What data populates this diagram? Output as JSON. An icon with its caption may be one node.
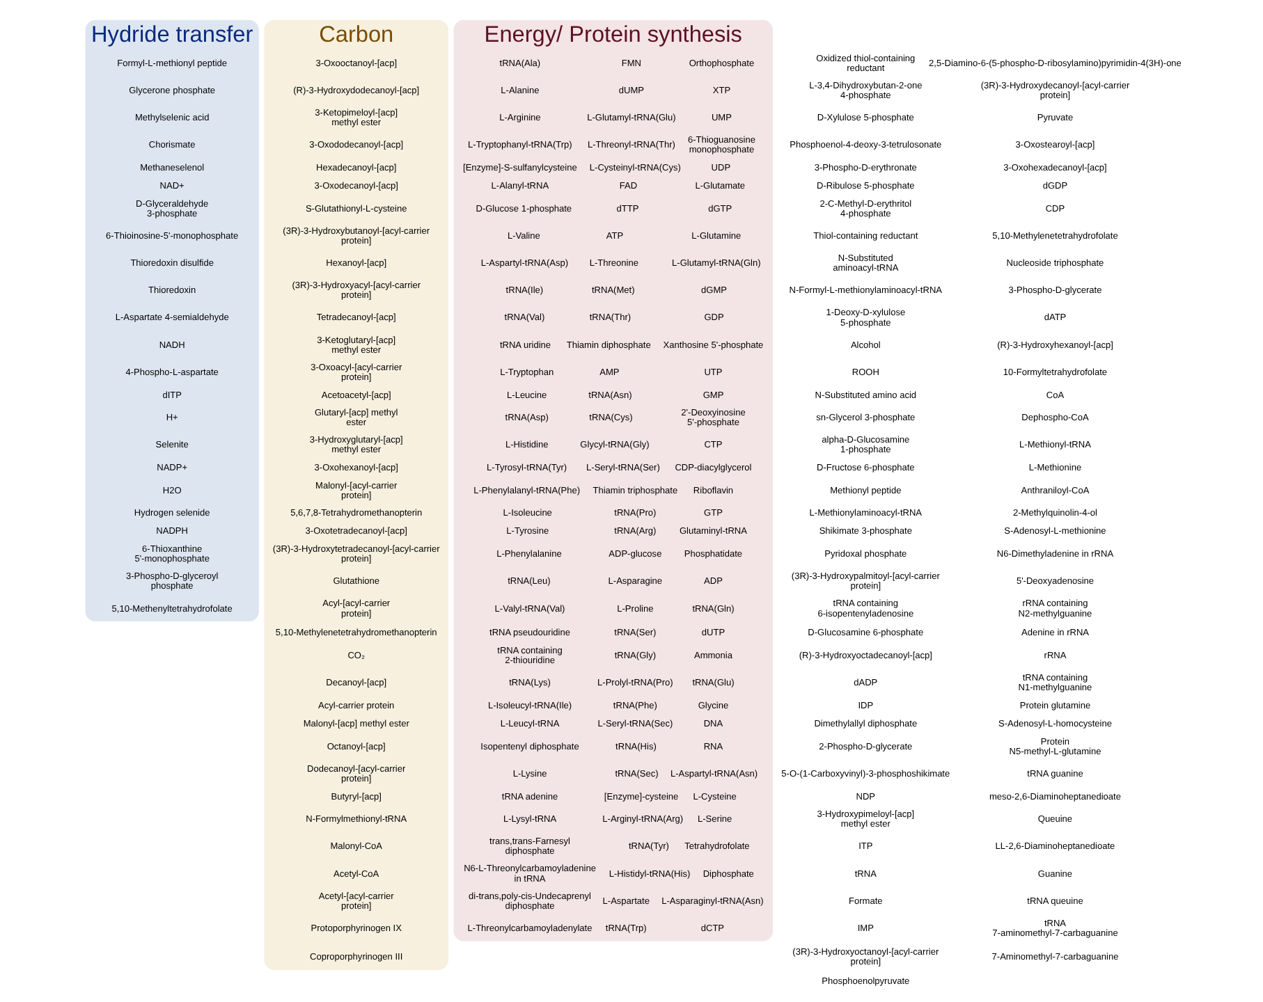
{
  "diagram": {
    "nodes": [
      {
        "text": [
          "Hydride transfer"
        ]
      },
      {
        "text": [
          "Formyl-L-methionyl peptide"
        ],
        "in": 0
      },
      {
        "text": [
          "Glycerone phosphate"
        ],
        "in": 0
      },
      {
        "text": [
          "Methylselenic acid"
        ],
        "in": 0
      },
      {
        "text": [
          "Chorismate"
        ],
        "in": 0
      },
      {
        "text": [
          "Methaneselenol"
        ],
        "in": 0
      },
      {
        "text": [
          "NAD+"
        ],
        "in": 0
      },
      {
        "text": [
          "D-Glyceraldehyde 3-phosphate"
        ],
        "in": 0
      },
      {
        "text": [
          "6-Thioinosine-5'-monophosphate"
        ],
        "in": 0
      },
      {
        "text": [
          "Thioredoxin disulfide"
        ],
        "in": 0
      },
      {
        "text": [
          "Thioredoxin"
        ],
        "in": 0
      },
      {
        "text": [
          "L-Aspartate 4-semialdehyde"
        ],
        "in": 0
      },
      {
        "text": [
          "NADH"
        ],
        "in": 0
      },
      {
        "text": [
          "4-Phospho-L-aspartate"
        ],
        "in": 0
      },
      {
        "text": [
          "dITP"
        ],
        "in": 0
      },
      {
        "text": [
          "H+"
        ],
        "in": 0
      },
      {
        "text": [
          "Selenite"
        ],
        "in": 0
      },
      {
        "text": [
          "NADP+"
        ],
        "in": 0
      },
      {
        "text": [
          "H2O"
        ],
        "in": 0
      },
      {
        "text": [
          "Hydrogen selenide"
        ],
        "in": 0
      },
      {
        "text": [
          "NADPH"
        ],
        "in": 0
      },
      {
        "text": [
          "6-Thioxanthine 5'-monophosphate"
        ],
        "in": 0
      },
      {
        "text": [
          "3-Phospho-D-glyceroyl phosphate"
        ],
        "in": 0
      },
      {
        "text": [
          "5,10-Methenyltetrahydrofolate"
        ],
        "in": 0
      },
      {
        "text": [
          "Carbon"
        ]
      },
      {
        "text": [
          "3-Oxooctanoyl-[acp]"
        ],
        "in": 24
      },
      {
        "text": [
          "(R)-3-Hydroxydodecanoyl-[acp]"
        ],
        "in": 24
      },
      {
        "text": [
          "3-Ketopimeloyl-[acp] methyl ester"
        ],
        "in": 24
      },
      {
        "text": [
          "3-Oxododecanoyl-[acp]"
        ],
        "in": 24
      },
      {
        "text": [
          "Hexadecanoyl-[acp]"
        ],
        "in": 24
      },
      {
        "text": [
          "3-Oxodecanoyl-[acp]"
        ],
        "in": 24
      },
      {
        "text": [
          "S-Glutathionyl-L-cysteine"
        ],
        "in": 24
      },
      {
        "text": [
          "(3R)-3-Hydroxybutanoyl-[acyl-carrier protein]"
        ],
        "in": 24
      },
      {
        "text": [
          "Hexanoyl-[acp]"
        ],
        "in": 24
      },
      {
        "text": [
          "(3R)-3-Hydroxyacyl-[acyl-carrier protein]"
        ],
        "in": 24
      },
      {
        "text": [
          "Tetradecanoyl-[acp]"
        ],
        "in": 24
      },
      {
        "text": [
          "3-Ketoglutaryl-[acp] methyl ester"
        ],
        "in": 24
      },
      {
        "text": [
          "3-Oxoacyl-[acyl-carrier protein]"
        ],
        "in": 24
      },
      {
        "text": [
          "Acetoacetyl-[acp]"
        ],
        "in": 24
      },
      {
        "text": [
          "Glutaryl-[acp] methyl ester"
        ],
        "in": 24
      },
      {
        "text": [
          "3-Hydroxyglutaryl-[acp] methyl ester"
        ],
        "in": 24
      },
      {
        "text": [
          "3-Oxohexanoyl-[acp]"
        ],
        "in": 24
      },
      {
        "text": [
          "Malonyl-[acyl-carrier protein]"
        ],
        "in": 24
      },
      {
        "text": [
          "5,6,7,8-Tetrahydromethanopterin"
        ],
        "in": 24
      },
      {
        "text": [
          "3-Oxotetradecanoyl-[acp]"
        ],
        "in": 24
      },
      {
        "text": [
          "(3R)-3-Hydroxytetradecanoyl-[acyl-carrier protein]"
        ],
        "in": 24
      },
      {
        "text": [
          "Glutathione"
        ],
        "in": 24
      },
      {
        "text": [
          "Acyl-[acyl-carrier protein]"
        ],
        "in": 24
      },
      {
        "text": [
          "5,10-Methylenetetrahydromethanopterin"
        ],
        "in": 24
      },
      {
        "text": [
          "CO₂"
        ],
        "in": 24
      },
      {
        "text": [
          "Decanoyl-[acp]"
        ],
        "in": 24
      },
      {
        "text": [
          "Acyl-carrier protein"
        ],
        "in": 24
      },
      {
        "text": [
          "Malonyl-[acp] methyl ester"
        ],
        "in": 24
      },
      {
        "text": [
          "Octanoyl-[acp]"
        ],
        "in": 24
      },
      {
        "text": [
          "Dodecanoyl-[acyl-carrier protein]"
        ],
        "in": 24
      },
      {
        "text": [
          "Butyryl-[acp]"
        ],
        "in": 24
      },
      {
        "text": [
          "N-Formylmethionyl-tRNA"
        ],
        "in": 24
      },
      {
        "text": [
          "Malonyl-CoA"
        ],
        "in": 24
      },
      {
        "text": [
          "Acetyl-CoA"
        ],
        "in": 24
      },
      {
        "text": [
          "Acetyl-[acyl-carrier protein]"
        ],
        "in": 24
      },
      {
        "text": [
          "Protoporphyrinogen IX"
        ],
        "in": 24
      },
      {
        "text": [
          "Coproporphyrinogen III"
        ],
        "in": 24
      },
      {
        "text": [
          "Energy/ Protein synthesis"
        ]
      },
      {
        "text": [
          "Orthophosphate"
        ],
        "in": 62
      },
      {
        "text": [
          "XTP"
        ],
        "in": 62
      },
      {
        "text": [
          "UMP"
        ],
        "in": 62
      },
      {
        "text": [
          "6-Thioguanosine monophosphate"
        ],
        "in": 62
      },
      {
        "text": [
          "UDP"
        ],
        "in": 62
      },
      {
        "text": [
          "L-Glutamate"
        ],
        "in": 62
      },
      {
        "text": [
          "dGTP"
        ],
        "in": 62
      },
      {
        "text": [
          "L-Glutamine"
        ],
        "in": 62
      },
      {
        "text": [
          "L-Glutamyl-tRNA(Gln)"
        ],
        "in": 62
      },
      {
        "text": [
          "dGMP"
        ],
        "in": 62
      },
      {
        "text": [
          "GDP"
        ],
        "in": 62
      },
      {
        "text": [
          "Xanthosine 5'-phosphate"
        ],
        "in": 62
      },
      {
        "text": [
          "UTP"
        ],
        "in": 62
      },
      {
        "text": [
          "GMP"
        ],
        "in": 62
      },
      {
        "text": [
          "2'-Deoxyinosine 5'-phosphate"
        ],
        "in": 62
      },
      {
        "text": [
          "CTP"
        ],
        "in": 62
      },
      {
        "text": [
          "CDP-diacylglycerol"
        ],
        "in": 62
      },
      {
        "text": [
          "Riboflavin"
        ],
        "in": 62
      },
      {
        "text": [
          "GTP"
        ],
        "in": 62
      },
      {
        "text": [
          "Glutaminyl-tRNA"
        ],
        "in": 62
      },
      {
        "text": [
          "Phosphatidate"
        ],
        "in": 62
      },
      {
        "text": [
          "ADP"
        ],
        "in": 62
      },
      {
        "text": [
          "tRNA(Gln)"
        ],
        "in": 62
      },
      {
        "text": [
          "dUTP"
        ],
        "in": 62
      },
      {
        "text": [
          "Ammonia"
        ],
        "in": 62
      },
      {
        "text": [
          "tRNA(Glu)"
        ],
        "in": 62
      },
      {
        "text": [
          "Glycine"
        ],
        "in": 62
      },
      {
        "text": [
          "DNA"
        ],
        "in": 62
      },
      {
        "text": [
          "RNA"
        ],
        "in": 62
      },
      {
        "text": [
          "L-Aspartyl-tRNA(Asn)"
        ],
        "in": 62
      },
      {
        "text": [
          "L-Cysteine"
        ],
        "in": 62
      },
      {
        "text": [
          "L-Serine"
        ],
        "in": 62
      },
      {
        "text": [
          "Tetrahydrofolate"
        ],
        "in": 62
      },
      {
        "text": [
          "Diphosphate"
        ],
        "in": 62
      },
      {
        "text": [
          "L-Asparaginyl-tRNA(Asn)"
        ],
        "in": 62
      },
      {
        "text": [
          "dCTP"
        ],
        "in": 62
      },
      {
        "text": [
          "FMN"
        ],
        "in": 62
      },
      {
        "text": [
          "dUMP"
        ],
        "in": 62
      },
      {
        "text": [
          "L-Glutamyl-tRNA(Glu)"
        ],
        "in": 62
      },
      {
        "text": [
          "L-Threonyl-tRNA(Thr)"
        ],
        "in": 62
      },
      {
        "text": [
          "L-Cysteinyl-tRNA(Cys)"
        ],
        "in": 62
      },
      {
        "text": [
          "FAD"
        ],
        "in": 62
      },
      {
        "text": [
          "dTTP"
        ],
        "in": 62
      },
      {
        "text": [
          "ATP"
        ],
        "in": 62
      },
      {
        "text": [
          "L-Threonine"
        ],
        "in": 62
      },
      {
        "text": [
          "tRNA(Met)"
        ],
        "in": 62
      },
      {
        "text": [
          "tRNA(Thr)"
        ],
        "in": 62
      },
      {
        "text": [
          "Thiamin diphosphate"
        ],
        "in": 62
      },
      {
        "text": [
          "AMP"
        ],
        "in": 62
      },
      {
        "text": [
          "tRNA(Asn)"
        ],
        "in": 62
      },
      {
        "text": [
          "tRNA(Cys)"
        ],
        "in": 62
      },
      {
        "text": [
          "Glycyl-tRNA(Gly)"
        ],
        "in": 62
      },
      {
        "text": [
          "L-Seryl-tRNA(Ser)"
        ],
        "in": 62
      },
      {
        "text": [
          "Thiamin triphosphate"
        ],
        "in": 62
      },
      {
        "text": [
          "tRNA(Pro)"
        ],
        "in": 62
      },
      {
        "text": [
          "tRNA(Arg)"
        ],
        "in": 62
      },
      {
        "text": [
          "ADP-glucose"
        ],
        "in": 62
      },
      {
        "text": [
          "L-Asparagine"
        ],
        "in": 62
      },
      {
        "text": [
          "L-Proline"
        ],
        "in": 62
      },
      {
        "text": [
          "tRNA(Ser)"
        ],
        "in": 62
      },
      {
        "text": [
          "tRNA(Gly)"
        ],
        "in": 62
      },
      {
        "text": [
          "L-Prolyl-tRNA(Pro)"
        ],
        "in": 62
      },
      {
        "text": [
          "tRNA(Phe)"
        ],
        "in": 62
      },
      {
        "text": [
          "L-Seryl-tRNA(Sec)"
        ],
        "in": 62
      },
      {
        "text": [
          "tRNA(His)"
        ],
        "in": 62
      },
      {
        "text": [
          "tRNA(Sec)"
        ],
        "in": 62
      },
      {
        "text": [
          "[Enzyme]-cysteine"
        ],
        "in": 62
      },
      {
        "text": [
          "L-Arginyl-tRNA(Arg)"
        ],
        "in": 62
      },
      {
        "text": [
          "tRNA(Tyr)"
        ],
        "in": 62
      },
      {
        "text": [
          "L-Histidyl-tRNA(His)"
        ],
        "in": 62
      },
      {
        "text": [
          "L-Aspartate"
        ],
        "in": 62
      },
      {
        "text": [
          "tRNA(Trp)"
        ],
        "in": 62
      },
      {
        "text": [
          "tRNA(Ala)"
        ],
        "in": 62
      },
      {
        "text": [
          "L-Alanine"
        ],
        "in": 62
      },
      {
        "text": [
          "L-Arginine"
        ],
        "in": 62
      },
      {
        "text": [
          "L-Tryptophanyl-tRNA(Trp)"
        ],
        "in": 62
      },
      {
        "text": [
          "[Enzyme]-S-sulfanylcysteine"
        ],
        "in": 62
      },
      {
        "text": [
          "L-Alanyl-tRNA"
        ],
        "in": 62
      },
      {
        "text": [
          "D-Glucose 1-phosphate"
        ],
        "in": 62
      },
      {
        "text": [
          "L-Valine"
        ],
        "in": 62
      },
      {
        "text": [
          "L-Aspartyl-tRNA(Asp)"
        ],
        "in": 62
      },
      {
        "text": [
          "tRNA(Ile)"
        ],
        "in": 62
      },
      {
        "text": [
          "tRNA(Val)"
        ],
        "in": 62
      },
      {
        "text": [
          "tRNA uridine"
        ],
        "in": 62
      },
      {
        "text": [
          "L-Tryptophan"
        ],
        "in": 62
      },
      {
        "text": [
          "L-Leucine"
        ],
        "in": 62
      },
      {
        "text": [
          "tRNA(Asp)"
        ],
        "in": 62
      },
      {
        "text": [
          "L-Histidine"
        ],
        "in": 62
      },
      {
        "text": [
          "L-Tyrosyl-tRNA(Tyr)"
        ],
        "in": 62
      },
      {
        "text": [
          "L-Phenylalanyl-tRNA(Phe)"
        ],
        "in": 62
      },
      {
        "text": [
          "L-Isoleucine"
        ],
        "in": 62
      },
      {
        "text": [
          "L-Tyrosine"
        ],
        "in": 62
      },
      {
        "text": [
          "L-Phenylalanine"
        ],
        "in": 62
      },
      {
        "text": [
          "tRNA(Leu)"
        ],
        "in": 62
      },
      {
        "text": [
          "L-Valyl-tRNA(Val)"
        ],
        "in": 62
      },
      {
        "text": [
          "tRNA pseudouridine"
        ],
        "in": 62
      },
      {
        "text": [
          "tRNA containing 2-thiouridine"
        ],
        "in": 62
      },
      {
        "text": [
          "tRNA(Lys)"
        ],
        "in": 62
      },
      {
        "text": [
          "L-Isoleucyl-tRNA(Ile)"
        ],
        "in": 62
      },
      {
        "text": [
          "L-Leucyl-tRNA"
        ],
        "in": 62
      },
      {
        "text": [
          "Isopentenyl diphosphate"
        ],
        "in": 62
      },
      {
        "text": [
          "L-Lysine"
        ],
        "in": 62
      },
      {
        "text": [
          "tRNA adenine"
        ],
        "in": 62
      },
      {
        "text": [
          "L-Lysyl-tRNA"
        ],
        "in": 62
      },
      {
        "text": [
          "trans,trans-Farnesyl diphosphate"
        ],
        "in": 62
      },
      {
        "text": [
          "N6-L-Threonylcarbamoyladenine in tRNA"
        ],
        "in": 62
      },
      {
        "text": [
          "di-trans,poly-cis-Undecaprenyl diphosphate"
        ],
        "in": 62
      },
      {
        "text": [
          "L-Threonylcarbamoyladenylate"
        ],
        "in": 62
      },
      {
        "text": [
          "Oxidized thiol-containing reductant"
        ]
      },
      {
        "text": [
          "L-3,4-Dihydroxybutan-2-one 4-phosphate"
        ]
      },
      {
        "text": [
          "D-Xylulose 5-phosphate"
        ]
      },
      {
        "text": [
          "Phosphoenol-4-deoxy-3-tetrulosonate"
        ]
      },
      {
        "text": [
          "3-Phospho-D-erythronate"
        ]
      },
      {
        "text": [
          "D-Ribulose 5-phosphate"
        ]
      },
      {
        "text": [
          "2-C-Methyl-D-erythritol 4-phosphate"
        ]
      },
      {
        "text": [
          "Thiol-containing reductant"
        ]
      },
      {
        "text": [
          "N-Substituted aminoacyl-tRNA"
        ]
      },
      {
        "text": [
          "N-Formyl-L-methionylaminoacyl-tRNA"
        ]
      },
      {
        "text": [
          "1-Deoxy-D-xylulose 5-phosphate"
        ]
      },
      {
        "text": [
          "Alcohol"
        ]
      },
      {
        "text": [
          "ROOH"
        ]
      },
      {
        "text": [
          "N-Substituted amino acid"
        ]
      },
      {
        "text": [
          "sn-Glycerol 3-phosphate"
        ]
      },
      {
        "text": [
          "alpha-D-Glucosamine 1-phosphate"
        ]
      },
      {
        "text": [
          "D-Fructose 6-phosphate"
        ]
      },
      {
        "text": [
          "Methionyl peptide"
        ]
      },
      {
        "text": [
          "L-Methionylaminoacyl-tRNA"
        ]
      },
      {
        "text": [
          "Shikimate 3-phosphate"
        ]
      },
      {
        "text": [
          "Pyridoxal phosphate"
        ]
      },
      {
        "text": [
          "(3R)-3-Hydroxypalmitoyl-[acyl-carrier protein]"
        ]
      },
      {
        "text": [
          "tRNA containing 6-isopentenyladenosine"
        ]
      },
      {
        "text": [
          "D-Glucosamine 6-phosphate"
        ]
      },
      {
        "text": [
          "(R)-3-Hydroxyoctadecanoyl-[acp]"
        ]
      },
      {
        "text": [
          "dADP"
        ]
      },
      {
        "text": [
          "IDP"
        ]
      },
      {
        "text": [
          "Dimethylallyl diphosphate"
        ]
      },
      {
        "text": [
          "2-Phospho-D-glycerate"
        ]
      },
      {
        "text": [
          "5-O-(1-Carboxyvinyl)-3-phosphoshikimate"
        ]
      },
      {
        "text": [
          "NDP"
        ]
      },
      {
        "text": [
          "3-Hydroxypimeloyl-[acp] methyl ester"
        ]
      },
      {
        "text": [
          "ITP"
        ]
      },
      {
        "text": [
          "tRNA"
        ]
      },
      {
        "text": [
          "Formate"
        ]
      },
      {
        "text": [
          "IMP"
        ]
      },
      {
        "text": [
          "(3R)-3-Hydroxyoctanoyl-[acyl-carrier protein]"
        ]
      },
      {
        "text": [
          "Phosphoenolpyruvate"
        ]
      },
      {
        "text": [
          "2,5-Diamino-6-(5-phospho-D-ribosylamino)pyrimidin-4(3H)-one"
        ]
      },
      {
        "text": [
          "(3R)-3-Hydroxydecanoyl-[acyl-carrier protein]"
        ]
      },
      {
        "text": [
          "Pyruvate"
        ]
      },
      {
        "text": [
          "3-Oxostearoyl-[acp]"
        ]
      },
      {
        "text": [
          "3-Oxohexadecanoyl-[acp]"
        ]
      },
      {
        "text": [
          "dGDP"
        ]
      },
      {
        "text": [
          "CDP"
        ]
      },
      {
        "text": [
          "5,10-Methylenetetrahydrofolate"
        ]
      },
      {
        "text": [
          "Nucleoside triphosphate"
        ]
      },
      {
        "text": [
          "3-Phospho-D-glycerate"
        ]
      },
      {
        "text": [
          "dATP"
        ]
      },
      {
        "text": [
          "(R)-3-Hydroxyhexanoyl-[acp]"
        ]
      },
      {
        "text": [
          "10-Formyltetrahydrofolate"
        ]
      },
      {
        "text": [
          "CoA"
        ]
      },
      {
        "text": [
          "Dephospho-CoA"
        ]
      },
      {
        "text": [
          "L-Methionyl-tRNA"
        ]
      },
      {
        "text": [
          "L-Methionine"
        ]
      },
      {
        "text": [
          "Anthraniloyl-CoA"
        ]
      },
      {
        "text": [
          "2-Methylquinolin-4-ol"
        ]
      },
      {
        "text": [
          "S-Adenosyl-L-methionine"
        ]
      },
      {
        "text": [
          "N6-Dimethyladenine in rRNA"
        ]
      },
      {
        "text": [
          "5'-Deoxyadenosine"
        ]
      },
      {
        "text": [
          "rRNA containing N2-methylguanine"
        ]
      },
      {
        "text": [
          "Adenine in rRNA"
        ]
      },
      {
        "text": [
          "rRNA"
        ]
      },
      {
        "text": [
          "tRNA containing N1-methylguanine"
        ]
      },
      {
        "text": [
          "Protein glutamine"
        ]
      },
      {
        "text": [
          "S-Adenosyl-L-homocysteine"
        ]
      },
      {
        "text": [
          "Protein N5-methyl-L-glutamine"
        ]
      },
      {
        "text": [
          "tRNA guanine"
        ]
      },
      {
        "text": [
          "meso-2,6-Diaminoheptanedioate"
        ]
      },
      {
        "text": [
          "Queuine"
        ]
      },
      {
        "text": [
          "LL-2,6-Diaminoheptanedioate"
        ]
      },
      {
        "text": [
          "Guanine"
        ]
      },
      {
        "text": [
          "tRNA queuine"
        ]
      },
      {
        "text": [
          "tRNA 7-aminomethyl-7-carbaguanine"
        ]
      },
      {
        "text": [
          "7-Aminomethyl-7-carbaguanine"
        ]
      }
    ]
  }
}
